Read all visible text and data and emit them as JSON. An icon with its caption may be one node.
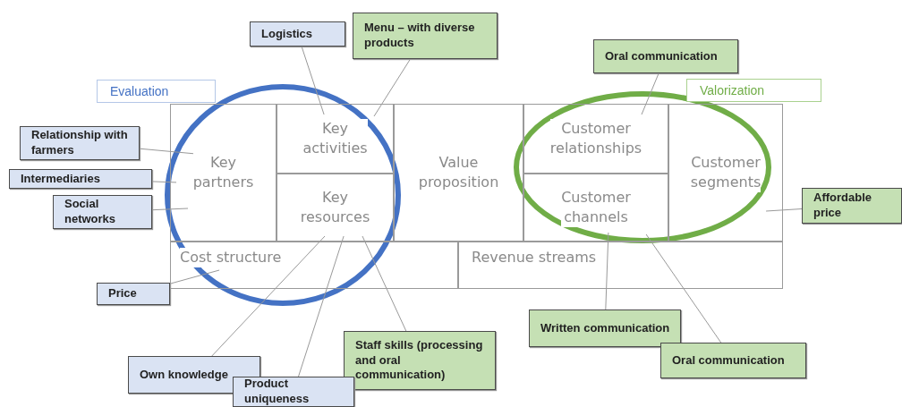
{
  "diagram": {
    "nodes": [
      {
        "text": [
          "Logistics"
        ]
      },
      {
        "text": [
          "Menu – with diverse products"
        ]
      },
      {
        "text": [
          "Oral communication"
        ]
      },
      {
        "text": [
          "Evaluation"
        ]
      },
      {
        "text": [
          "Valorization"
        ]
      },
      {
        "text": [
          "Key partners"
        ]
      },
      {
        "text": [
          "Key activities"
        ]
      },
      {
        "text": [
          "Value proposition"
        ]
      },
      {
        "text": [
          "Customer relationships"
        ]
      },
      {
        "text": [
          "Customer segments"
        ]
      },
      {
        "text": [
          "Relationship with farmers"
        ]
      },
      {
        "text": [
          "Intermediaries"
        ]
      },
      {
        "text": [
          "Social networks"
        ]
      },
      {
        "text": [
          "Key resources"
        ]
      },
      {
        "text": [
          "Customer channels"
        ]
      },
      {
        "text": [
          "Affordable price"
        ]
      },
      {
        "text": [
          "Cost structure"
        ]
      },
      {
        "text": [
          "Revenue streams"
        ]
      },
      {
        "text": [
          "Price"
        ]
      },
      {
        "text": [
          "Written communication"
        ]
      },
      {
        "text": [
          "Staff skills (processing and oral communication)"
        ]
      },
      {
        "text": [
          "Oral communication"
        ]
      },
      {
        "text": [
          "Own knowledge"
        ]
      },
      {
        "text": [
          "Product uniqueness"
        ]
      }
    ],
    "edges": [
      {
        "from": 0,
        "to": 6,
        "arrow": "none"
      },
      {
        "from": 1,
        "to": 6,
        "arrow": "none"
      },
      {
        "from": 2,
        "to": 8,
        "arrow": "none"
      },
      {
        "from": 10,
        "to": 5,
        "arrow": "none"
      },
      {
        "from": 11,
        "to": 5,
        "arrow": "none"
      },
      {
        "from": 12,
        "to": 5,
        "arrow": "none"
      },
      {
        "from": 15,
        "to": 9,
        "arrow": "none"
      },
      {
        "from": 18,
        "to": 16,
        "arrow": "none"
      },
      {
        "from": 22,
        "to": 13,
        "arrow": "none"
      },
      {
        "from": 23,
        "to": 13,
        "arrow": "none"
      },
      {
        "from": 20,
        "to": 13,
        "arrow": "none"
      },
      {
        "from": 19,
        "to": 14,
        "arrow": "none"
      },
      {
        "from": 21,
        "to": 14,
        "arrow": "none"
      }
    ]
  }
}
